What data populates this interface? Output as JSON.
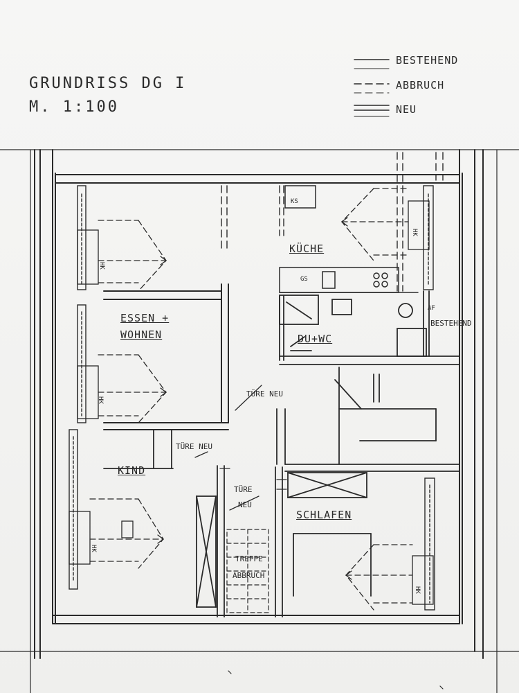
{
  "title": {
    "line1": "GRUNDRISS DG I",
    "line2": "M. 1:100"
  },
  "legend": [
    {
      "label": "BESTEHEND",
      "style": "solid"
    },
    {
      "label": "ABBRUCH",
      "style": "dashed"
    },
    {
      "label": "NEU",
      "style": "double"
    }
  ],
  "rooms": {
    "kueche": "KÜCHE",
    "essen_line1": "ESSEN +",
    "essen_line2": "WOHNEN",
    "duwc": "DU+WC",
    "schlafen": "SCHLAFEN",
    "kind": "KIND",
    "treppe_line1": "TREPPE",
    "treppe_line2": "ABBRUCH"
  },
  "annotations": {
    "tuere_neu_1": "TÜRE NEU",
    "tuere_neu_2": "TÜRE NEU",
    "tuere_neu_3_line1": "TÜRE",
    "tuere_neu_3_line2": "NEU",
    "bestehend": "BESTEHEND",
    "ks": "KS",
    "gs": "GS",
    "hk": "HK",
    "af": "AF"
  },
  "colors": {
    "paper": "#f3f3f1",
    "ink": "#2a2a2a"
  }
}
